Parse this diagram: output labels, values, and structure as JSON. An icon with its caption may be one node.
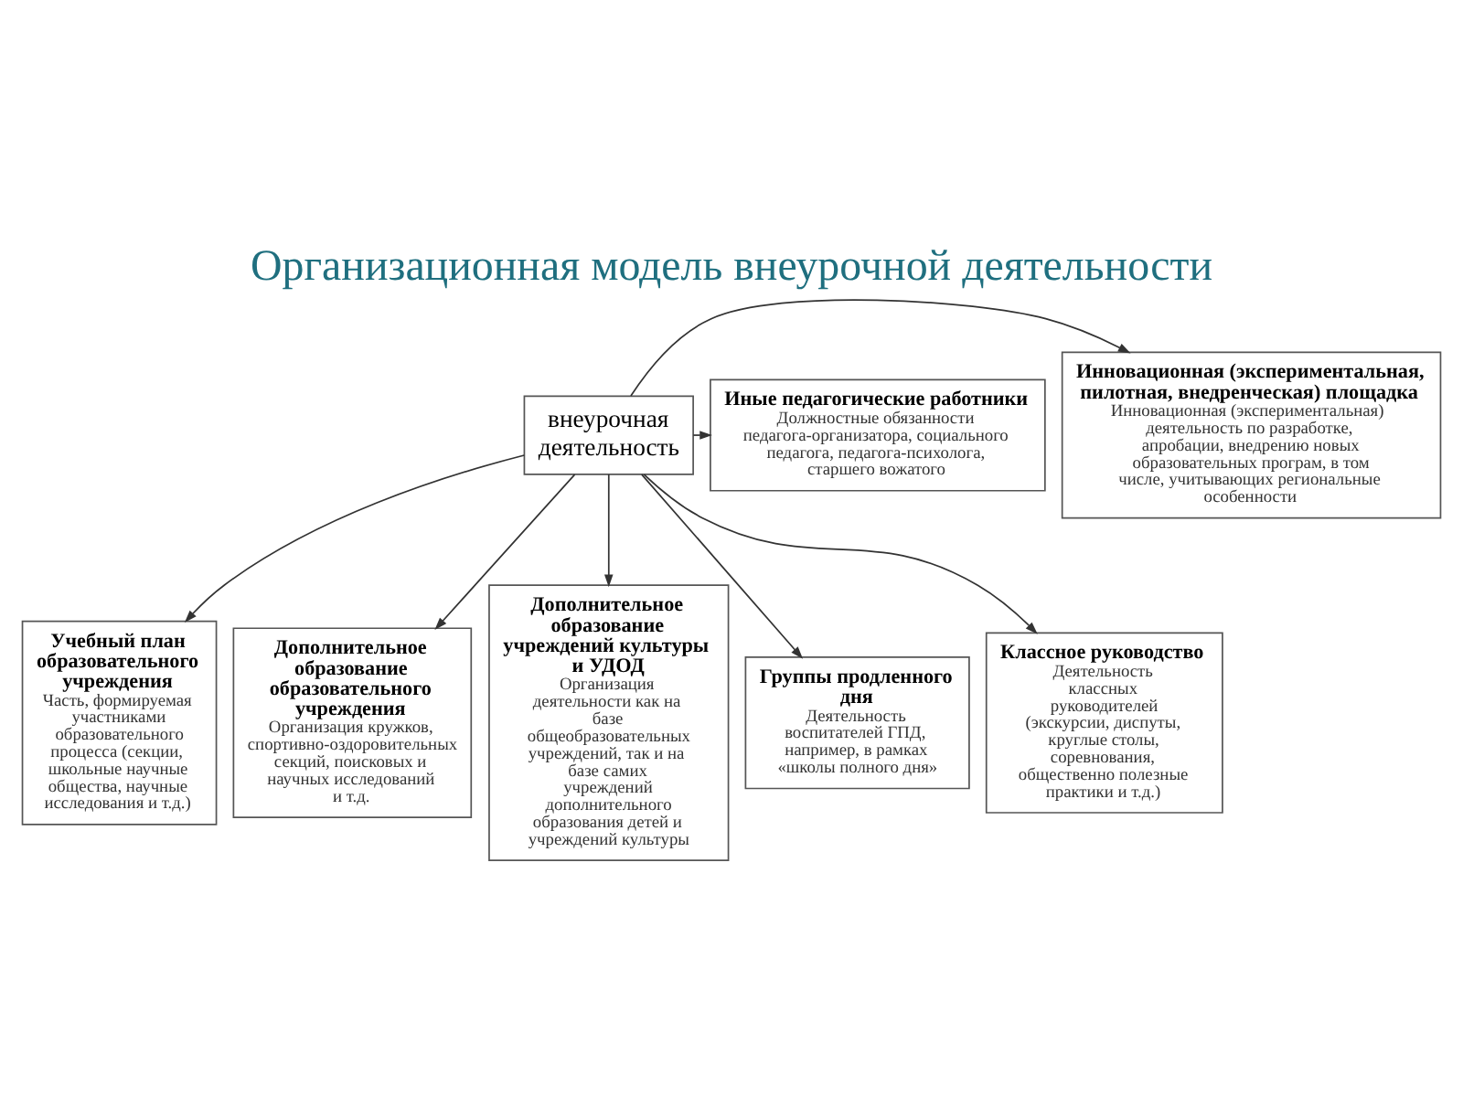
{
  "diagram": {
    "title": "Организационная модель внеурочной деятельности",
    "nodes": [
      {
        "text": [
          "внеурочная деятельность"
        ]
      },
      {
        "text": [
          "Инновационная (экспериментальная, пилотная, внедренческая) площадка",
          "Инновационная (экспериментальная) деятельность по разработке, апробации, внедрению новых образовательных програм, в том числе, учитывающих региональные особенности"
        ]
      },
      {
        "text": [
          "Иные педагогические работники",
          "Должностные обязанности педагога-организатора, социального педагога, педагога-психолога, старшего вожатого"
        ]
      },
      {
        "text": [
          "Учебный план образовательного учреждения",
          "Часть, формируемая участниками образовательного процесса (секции, школьные научные общества, научные исследования и т.д.)"
        ]
      },
      {
        "text": [
          "Дополнительное образование образовательного учреждения",
          "Организация кружков, спортивно-оздоровительных секций, поисковых и научных исследований и т.д."
        ]
      },
      {
        "text": [
          "Дополнительное образование учреждений культуры и УДОД",
          "Организация деятельности как на базе общеобразовательных учреждений, так и на базе самих учреждений дополнительного образования детей и учреждений культуры"
        ]
      },
      {
        "text": [
          "Группы продленного дня",
          "Деятельность воспитателей ГПД, например, в рамках «школы полного дня»"
        ]
      },
      {
        "text": [
          "Классное руководство",
          "Деятельность классных руководителей (экскурсии, диспуты, круглые столы, соревнования, общественно полезные практики и т.д.)"
        ]
      }
    ],
    "edges": [
      {
        "from": 0,
        "to": 1,
        "arrow": "to"
      },
      {
        "from": 0,
        "to": 2,
        "arrow": "to"
      },
      {
        "from": 0,
        "to": 3,
        "arrow": "to"
      },
      {
        "from": 0,
        "to": 4,
        "arrow": "to"
      },
      {
        "from": 0,
        "to": 5,
        "arrow": "to"
      },
      {
        "from": 0,
        "to": 6,
        "arrow": "to"
      },
      {
        "from": 0,
        "to": 7,
        "arrow": "to"
      }
    ]
  }
}
